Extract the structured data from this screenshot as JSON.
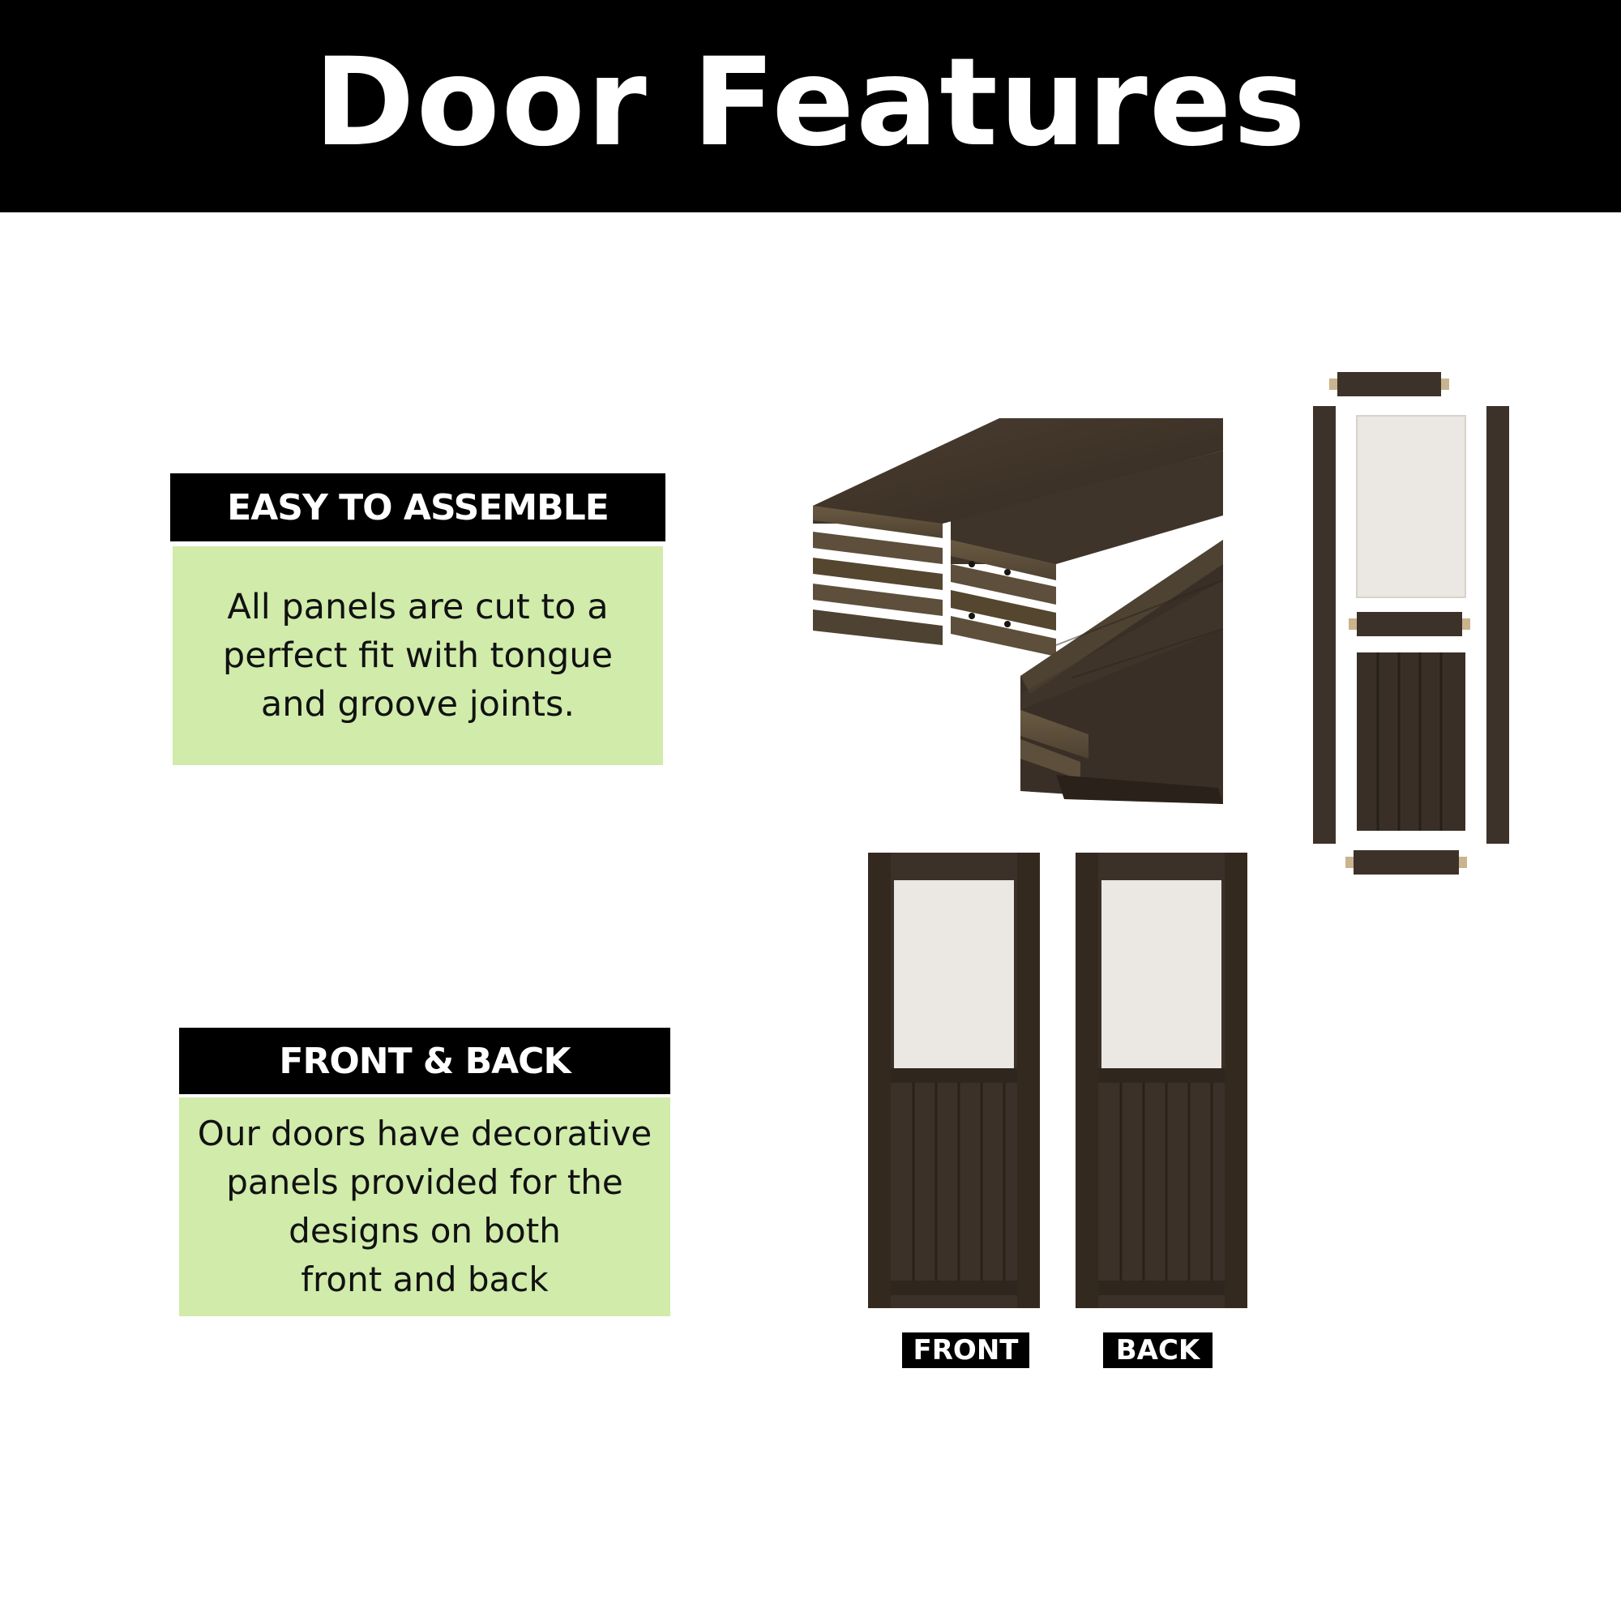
{
  "header": {
    "title": "Door Features"
  },
  "features": [
    {
      "title": "EASY TO ASSEMBLE",
      "body": "All panels are cut to a\nperfect fit with tongue\nand groove joints."
    },
    {
      "title": "FRONT & BACK",
      "body": "Our doors have decorative\npanels provided for the\ndesigns on both\nfront and back"
    }
  ],
  "door_labels": {
    "front": "FRONT",
    "back": "BACK"
  },
  "colors": {
    "header_bg": "#000000",
    "body_box_bg": "#d0ebaa",
    "wood_dark": "#3b3128",
    "glass": "#ebe7e2"
  }
}
